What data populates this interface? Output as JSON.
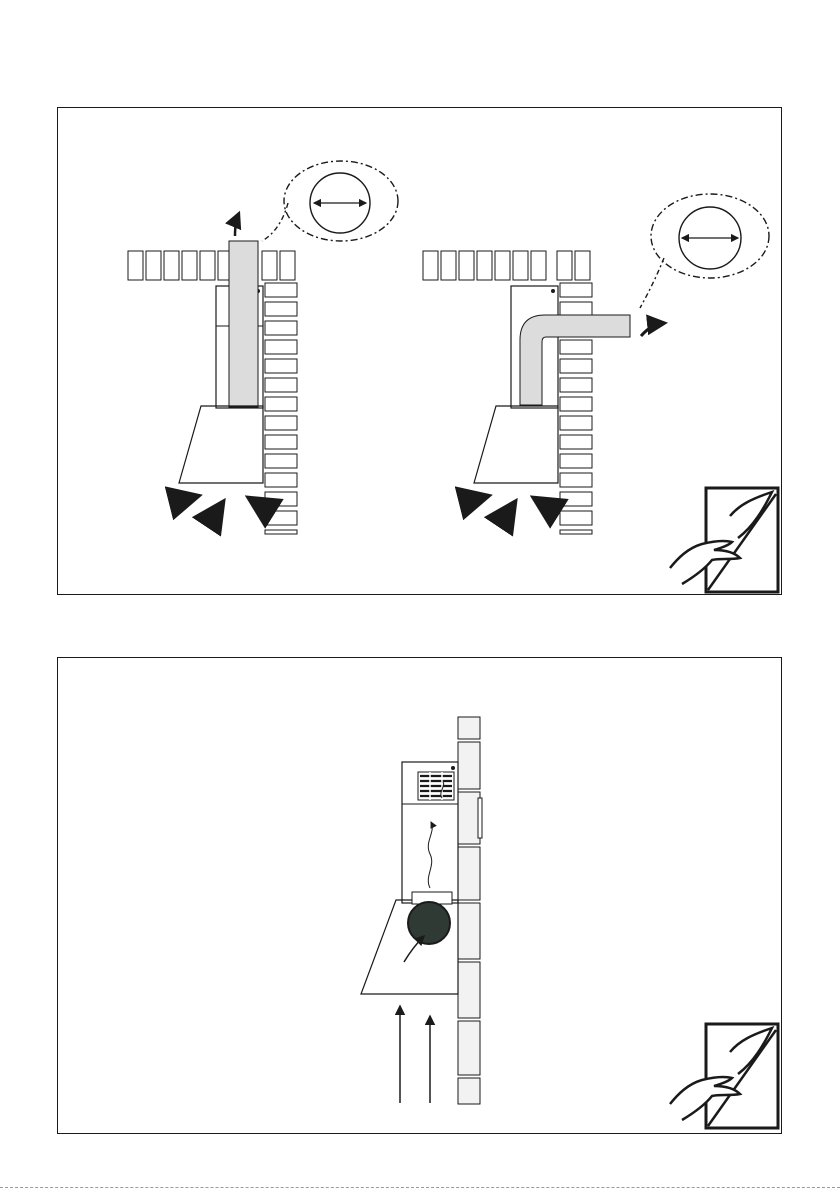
{
  "document": {
    "panels": [
      {
        "name": "ducted-installation-panel",
        "variants": [
          "vertical-duct-through-ceiling",
          "horizontal-duct-through-wall"
        ]
      },
      {
        "name": "recirculation-installation-panel",
        "variants": [
          "charcoal-filter-recirculation"
        ]
      }
    ],
    "icons": [
      "duct-diameter-callout-icon",
      "airflow-arrow-icon",
      "see-instruction-manual-icon",
      "charcoal-filter-icon"
    ],
    "colors": {
      "line": "#1a1a1a",
      "duct_fill": "#dcdcdc",
      "filter_fill": "#2f3a35",
      "wall_fill": "#f2f2f2",
      "page": "#ffffff"
    }
  }
}
